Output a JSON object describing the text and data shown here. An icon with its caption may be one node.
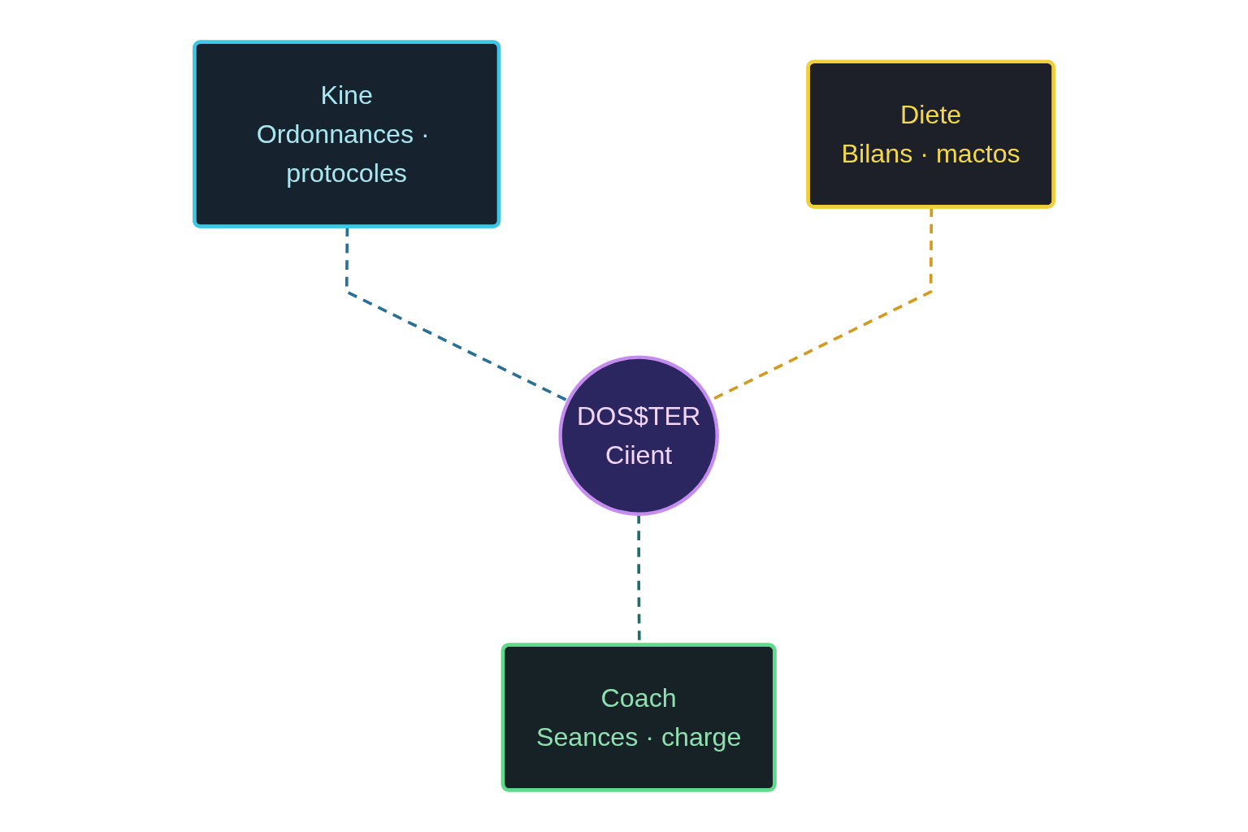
{
  "diagram": {
    "nodes": [
      {
        "text": [
          "Kine",
          "Ordonnances · protocoles"
        ]
      },
      {
        "text": [
          "Diete",
          "Bilans · mactos"
        ]
      },
      {
        "text": [
          "DOS$TER",
          "Ciient"
        ]
      },
      {
        "text": [
          "Coach",
          "Seances · charge"
        ]
      }
    ],
    "edges": [
      {
        "from": 0,
        "to": 2,
        "arrow": "none",
        "style": "dashed",
        "color": "#2a6f96"
      },
      {
        "from": 1,
        "to": 2,
        "arrow": "none",
        "style": "dashed",
        "color": "#d39a22"
      },
      {
        "from": 2,
        "to": 3,
        "arrow": "none",
        "style": "dashed",
        "color": "#1f6e6a"
      }
    ]
  }
}
